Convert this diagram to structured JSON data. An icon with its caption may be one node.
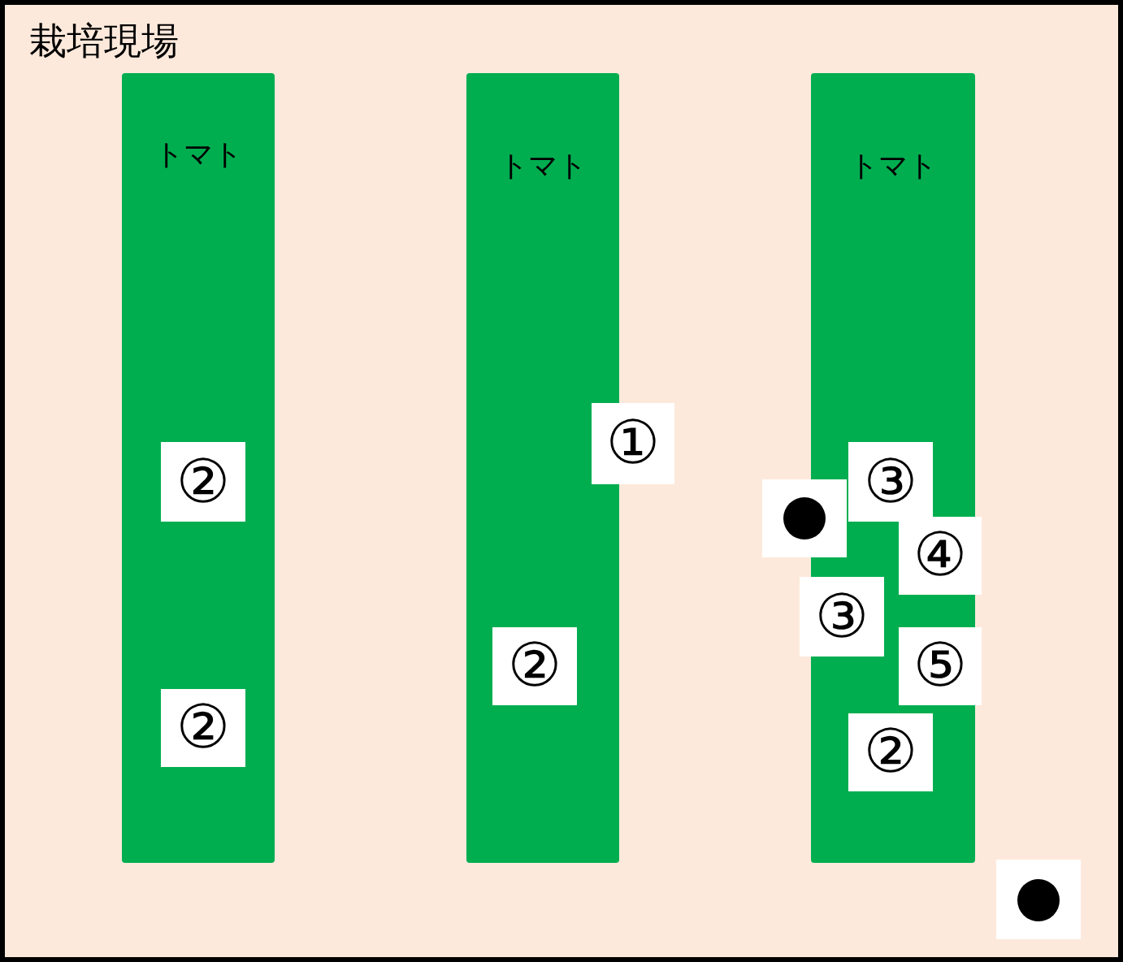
{
  "diagram": {
    "nodes": [
      {
        "text": [
          "栽培現場"
        ]
      },
      {
        "text": [
          "トマト"
        ],
        "in": 0
      },
      {
        "text": [
          "トマト"
        ],
        "in": 0
      },
      {
        "text": [
          "トマト"
        ],
        "in": 0
      },
      {
        "text": [
          "①"
        ],
        "in": 0
      },
      {
        "text": [
          "②"
        ],
        "in": 1
      },
      {
        "text": [
          "③"
        ],
        "in": 3
      },
      {
        "text": [],
        "shape": "circle",
        "in": 0
      },
      {
        "text": [
          "④"
        ],
        "in": 0
      },
      {
        "text": [
          "③"
        ],
        "in": 0
      },
      {
        "text": [
          "②"
        ],
        "in": 2
      },
      {
        "text": [
          "⑤"
        ],
        "in": 0
      },
      {
        "text": [
          "②"
        ],
        "in": 1
      },
      {
        "text": [
          "②"
        ],
        "in": 3
      },
      {
        "text": [],
        "shape": "circle",
        "in": 0
      }
    ]
  }
}
